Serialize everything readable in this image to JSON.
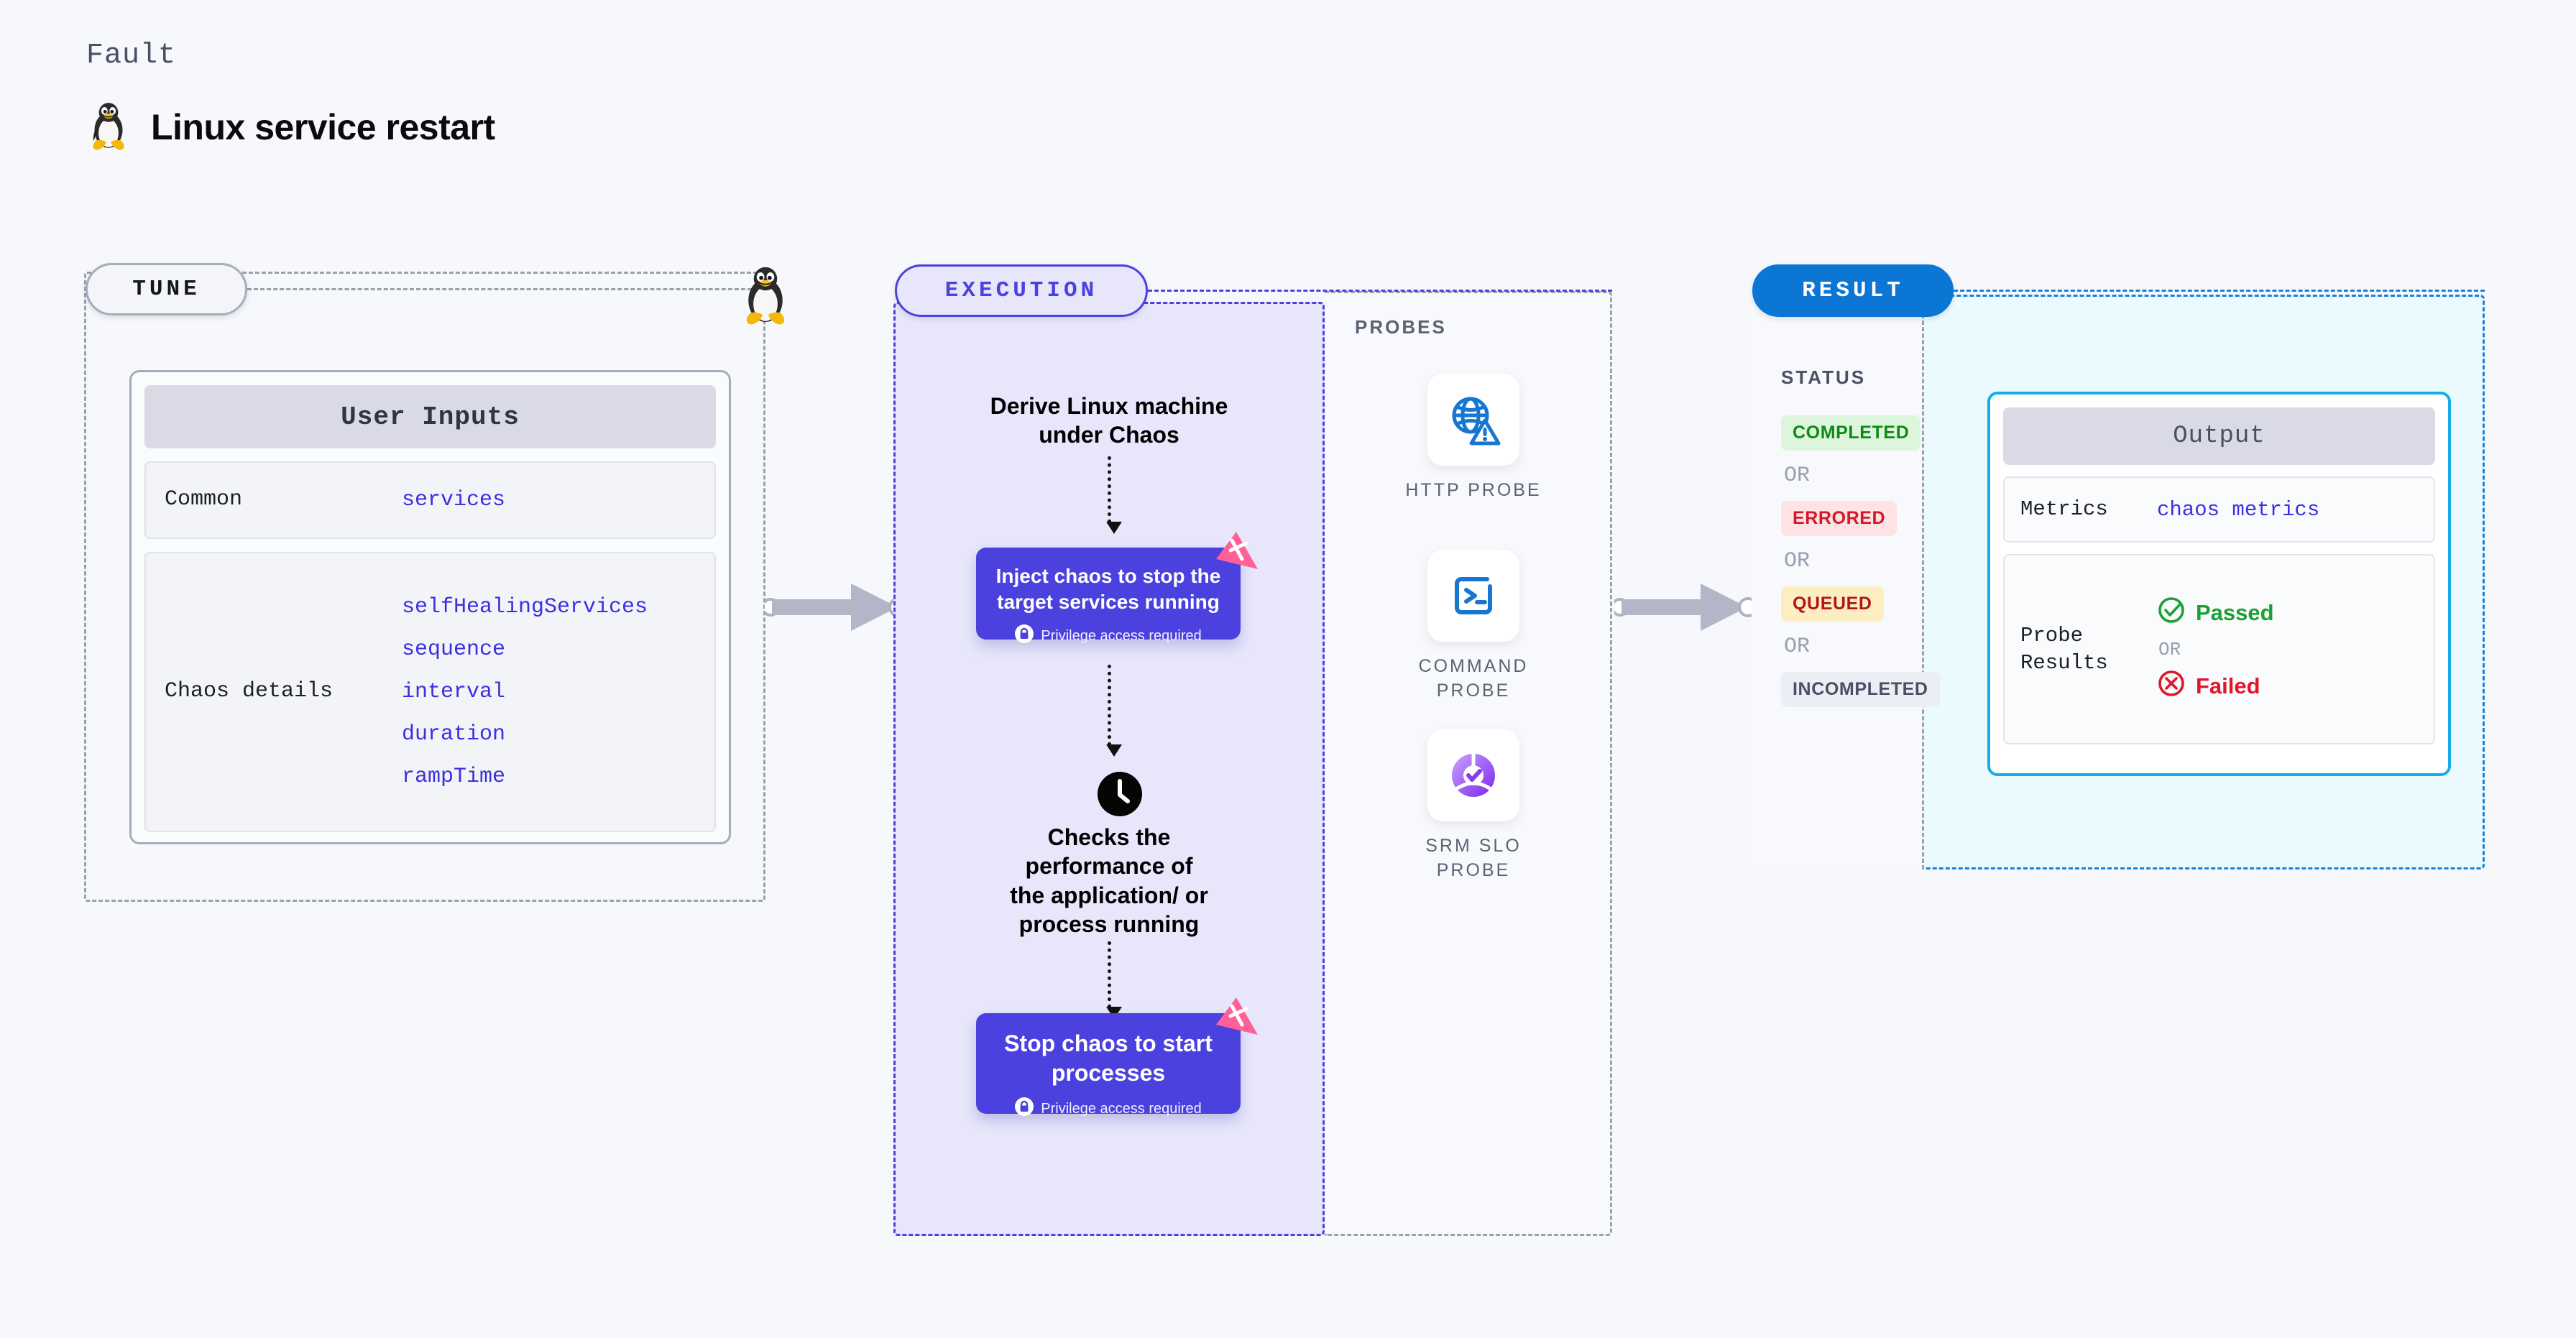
{
  "header": {
    "kicker": "Fault",
    "title": "Linux service restart",
    "icon": "linux-penguin-icon"
  },
  "stages": {
    "tune": "TUNE",
    "execution": "EXECUTION",
    "result": "RESULT"
  },
  "tune": {
    "card_title": "User Inputs",
    "rows": [
      {
        "key": "Common",
        "values": [
          "services"
        ]
      },
      {
        "key": "Chaos details",
        "values": [
          "selfHealingServices",
          "sequence",
          "interval",
          "duration",
          "rampTime"
        ]
      }
    ]
  },
  "execution": {
    "step1_text": "Derive Linux machine\nunder Chaos",
    "chaos_box_1": {
      "title": "Inject chaos to stop the target services running",
      "privilege": "Privilege access required",
      "badge": "harness-logo-icon"
    },
    "clock_icon": "clock-icon",
    "step2_text": "Checks the\nperformance of\nthe application/ or\nprocess running",
    "chaos_box_2": {
      "title": "Stop chaos to start processes",
      "privilege": "Privilege access required",
      "badge": "harness-logo-icon"
    }
  },
  "probes": {
    "title": "PROBES",
    "items": [
      {
        "label": "HTTP PROBE",
        "icon": "globe-warning-icon"
      },
      {
        "label": "COMMAND PROBE",
        "icon": "terminal-icon"
      },
      {
        "label": "SRM SLO PROBE",
        "icon": "slo-donut-check-icon"
      }
    ]
  },
  "result": {
    "status_title": "STATUS",
    "or_label": "OR",
    "statuses": [
      {
        "label": "COMPLETED",
        "bg": "#dcf5dc",
        "fg": "#0f8a17"
      },
      {
        "label": "ERRORED",
        "bg": "#fde3e3",
        "fg": "#d6172a"
      },
      {
        "label": "QUEUED",
        "bg": "#fdeec2",
        "fg": "#b31616"
      },
      {
        "label": "INCOMPLETED",
        "bg": "#eceef5",
        "fg": "#4a4f63"
      }
    ],
    "output": {
      "title": "Output",
      "metrics_key": "Metrics",
      "metrics_value": "chaos metrics",
      "probe_key": "Probe Results",
      "passed": "Passed",
      "failed": "Failed",
      "or_label": "OR",
      "pass_icon": "check-circle-icon",
      "fail_icon": "x-circle-icon"
    }
  },
  "colors": {
    "page_bg": "#f7f8fc",
    "tune_border": "#9ba0ae",
    "execution_accent": "#4b41de",
    "execution_bg": "#e7e6fb",
    "result_accent": "#1a81d8",
    "result_bg": "#eafaff",
    "output_border": "#15aee8",
    "link": "#3b30e0",
    "probe_blue": "#1677d3",
    "harness_pink": "#ff6b9d"
  }
}
